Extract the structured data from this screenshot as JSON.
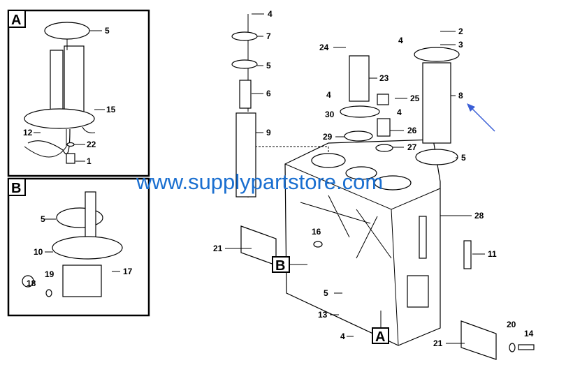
{
  "panels": [
    {
      "letter": "A",
      "labels": [
        "5",
        "15",
        "12",
        "22",
        "1"
      ]
    },
    {
      "letter": "B",
      "labels": [
        "5",
        "10",
        "19",
        "18",
        "17"
      ]
    }
  ],
  "main_labels": [
    "4",
    "7",
    "5",
    "6",
    "9",
    "24",
    "23",
    "4",
    "30",
    "25",
    "4",
    "26",
    "29",
    "27",
    "2",
    "4",
    "3",
    "8",
    "5",
    "28",
    "21",
    "16",
    "11",
    "5",
    "13",
    "4",
    "20",
    "14",
    "21"
  ],
  "callouts": [
    "B",
    "A"
  ],
  "watermark": "www.supplypartstore.com",
  "colors": {
    "watermark": "#1a6fd0",
    "arrow": "#3b5fd6",
    "line": "#000000"
  }
}
